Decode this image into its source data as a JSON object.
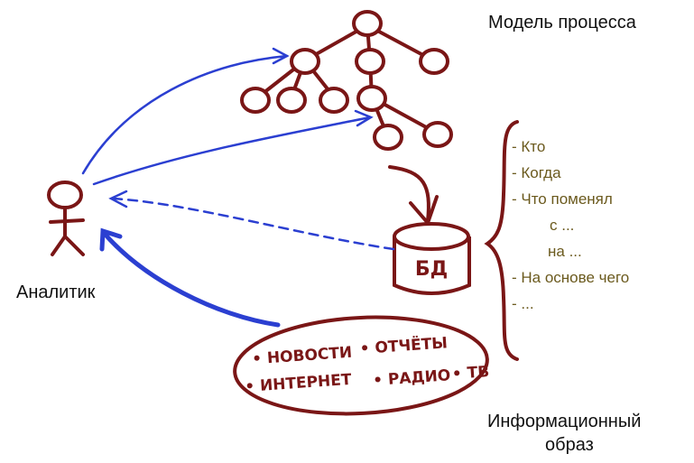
{
  "labels": {
    "process_model": "Модель процесса",
    "analyst": "Аналитик",
    "info_image_line1": "Информационный",
    "info_image_line2": "образ",
    "db": "БД"
  },
  "db_fields": [
    "- Кто",
    "- Когда",
    "- Что поменял",
    "с ...",
    "на ...",
    "- На основе чего",
    "- ..."
  ],
  "sources": {
    "line1_a": "• НОВОСТИ",
    "line1_b": "• ОТЧЁТЫ",
    "line2_a": "• ИНТЕРНЕТ",
    "line2_b": "• РАДИО",
    "line2_c": "• ТВ"
  },
  "colors": {
    "tree": "#7a1616",
    "arrow_blue": "#2b3fd1",
    "list_text": "#6b5a1e"
  }
}
